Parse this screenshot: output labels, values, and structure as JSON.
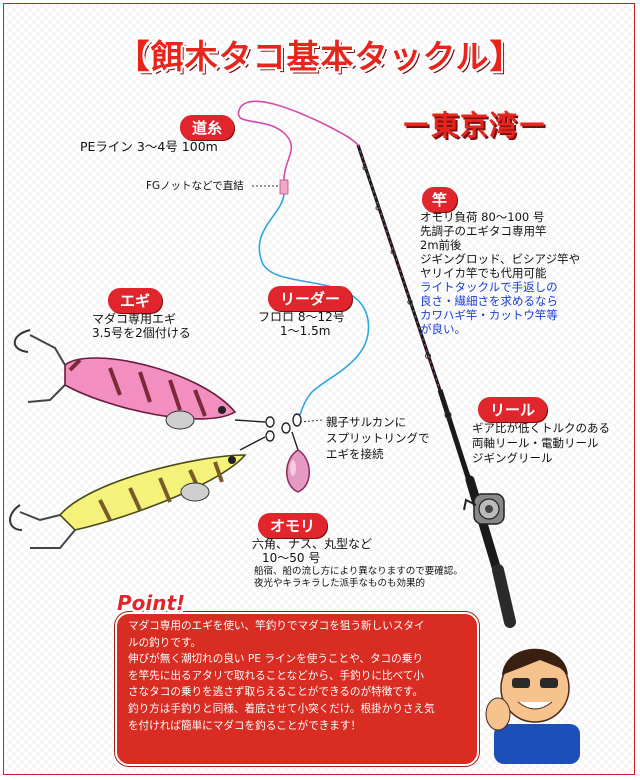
{
  "header": {
    "title": "【餌木タコ基本タックル】",
    "subtitle": "ー東京湾ー"
  },
  "line": {
    "tag": "道糸",
    "spec": "PEライン 3～4号 100m",
    "knot": "FGノットなどで直結"
  },
  "leader": {
    "tag": "リーダー",
    "lines": [
      "フロロ 8～12号",
      "1～1.5m"
    ]
  },
  "egi": {
    "tag": "エギ",
    "lines": [
      "マダコ専用エギ",
      "3.5号を2個付ける"
    ]
  },
  "swivel": {
    "lines": [
      "親子サルカンに",
      "スプリットリングで",
      "エギを接続"
    ]
  },
  "sinker": {
    "tag": "オモリ",
    "lines": [
      "六角、ナス、丸型など",
      "10～50 号"
    ],
    "notes": [
      "船宿、船の流し方により異なりますので要確認。",
      "夜光やキラキラした派手なものも効果的"
    ]
  },
  "rod": {
    "tag": "竿",
    "lines": [
      "オモリ負荷 80～100 号",
      "先調子のエギタコ専用竿",
      "2m前後",
      "ジギングロッド、ビシアジ竿や",
      "ヤリイカ竿でも代用可能"
    ],
    "blue_lines": [
      "ライトタックルで手返しの",
      "良さ・繊細さを求めるなら",
      "カワハギ竿・カットウ竿等",
      "が良い。"
    ]
  },
  "reel": {
    "tag": "リール",
    "lines": [
      "ギア比が低くトルクのある",
      "両軸リール・電動リール",
      "ジギングリール"
    ]
  },
  "point": {
    "label": "Point!",
    "lines": [
      "マダコ専用のエギを使い、竿釣りでマダコを狙う新しいスタイ",
      "ルの釣りです。",
      "伸びが無く潮切れの良い PE ラインを使うことや、タコの乗り",
      "を竿先に出るアタリで取れることなどから、手釣りに比べて小",
      "さなタコの乗りを逃さず取らえることができるのが特徴です。",
      "釣り方は手釣りと同様、着底させて小突くだけ。根掛かりさえ気",
      "を付ければ簡単にマダコを釣ることができます！"
    ]
  },
  "colors": {
    "accent_red": "#e0262c",
    "pe_line": "#d54aa8",
    "leader_line": "#2aa7e0",
    "note_blue": "#1a3bd6"
  }
}
